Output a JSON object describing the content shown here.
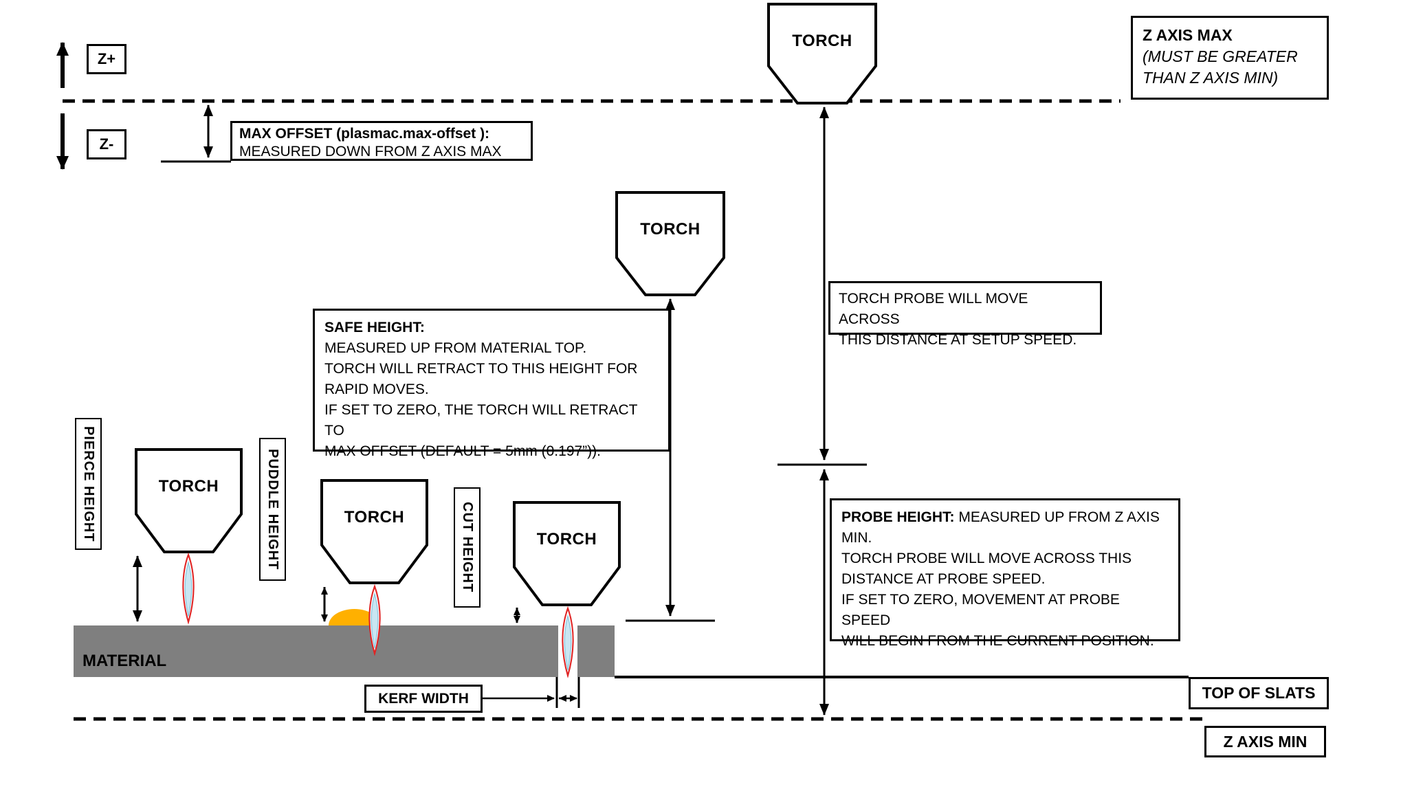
{
  "colors": {
    "material_fill": "#7F7F7F",
    "puddle_fill": "#FFB000",
    "flame_inner": "#C9E6F2",
    "flame_outline": "#E02424"
  },
  "axis_labels": {
    "z_plus": "Z+",
    "z_minus": "Z-"
  },
  "torch_label": "TORCH",
  "material_label": "MATERIAL",
  "dimension_labels": {
    "pierce_height": "PIERCE HEIGHT",
    "puddle_height": "PUDDLE HEIGHT",
    "cut_height": "CUT HEIGHT"
  },
  "boxes": {
    "z_axis_max": {
      "title": "Z AXIS MAX",
      "sub1": "(MUST BE GREATER",
      "sub2": "THAN Z AXIS MIN)"
    },
    "max_offset": {
      "title": "MAX OFFSET (plasmac.max-offset ):",
      "body": "MEASURED DOWN FROM Z AXIS MAX"
    },
    "safe_height": {
      "title": "SAFE HEIGHT:",
      "lines": [
        "MEASURED UP FROM MATERIAL TOP.",
        "TORCH WILL RETRACT TO THIS HEIGHT FOR",
        "RAPID MOVES.",
        "IF SET TO ZERO, THE TORCH WILL RETRACT TO",
        "MAX OFFSET (DEFAULT = 5mm (0.197”))."
      ]
    },
    "torch_probe": {
      "line1": "TORCH PROBE WILL MOVE ACROSS",
      "line2": "THIS DISTANCE AT SETUP SPEED."
    },
    "probe_height": {
      "title": "PROBE HEIGHT:",
      "title_rest": " MEASURED UP FROM Z AXIS",
      "lines": [
        "MIN.",
        "TORCH PROBE WILL MOVE ACROSS THIS",
        "DISTANCE AT PROBE SPEED.",
        "IF SET TO ZERO,  MOVEMENT AT PROBE SPEED",
        "WILL BEGIN FROM THE CURRENT POSITION."
      ]
    },
    "kerf_width": "KERF WIDTH",
    "top_of_slats": "TOP OF SLATS",
    "z_axis_min": "Z AXIS MIN"
  }
}
